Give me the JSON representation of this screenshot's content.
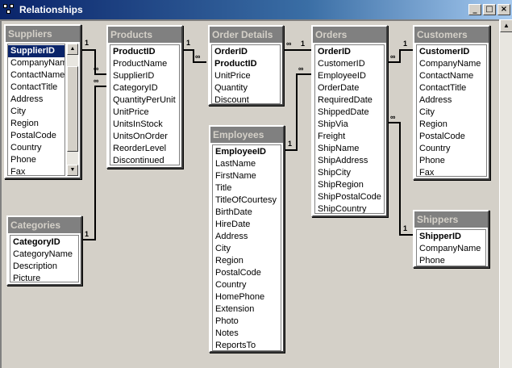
{
  "window": {
    "title": "Relationships"
  },
  "tables": {
    "suppliers": {
      "title": "Suppliers",
      "fields": [
        "SupplierID",
        "CompanyName",
        "ContactName",
        "ContactTitle",
        "Address",
        "City",
        "Region",
        "PostalCode",
        "Country",
        "Phone",
        "Fax"
      ]
    },
    "products": {
      "title": "Products",
      "fields": [
        "ProductID",
        "ProductName",
        "SupplierID",
        "CategoryID",
        "QuantityPerUnit",
        "UnitPrice",
        "UnitsInStock",
        "UnitsOnOrder",
        "ReorderLevel",
        "Discontinued"
      ]
    },
    "order_details": {
      "title": "Order Details",
      "fields": [
        "OrderID",
        "ProductID",
        "UnitPrice",
        "Quantity",
        "Discount"
      ]
    },
    "orders": {
      "title": "Orders",
      "fields": [
        "OrderID",
        "CustomerID",
        "EmployeeID",
        "OrderDate",
        "RequiredDate",
        "ShippedDate",
        "ShipVia",
        "Freight",
        "ShipName",
        "ShipAddress",
        "ShipCity",
        "ShipRegion",
        "ShipPostalCode",
        "ShipCountry"
      ]
    },
    "customers": {
      "title": "Customers",
      "fields": [
        "CustomerID",
        "CompanyName",
        "ContactName",
        "ContactTitle",
        "Address",
        "City",
        "Region",
        "PostalCode",
        "Country",
        "Phone",
        "Fax"
      ]
    },
    "employees": {
      "title": "Employees",
      "fields": [
        "EmployeeID",
        "LastName",
        "FirstName",
        "Title",
        "TitleOfCourtesy",
        "BirthDate",
        "HireDate",
        "Address",
        "City",
        "Region",
        "PostalCode",
        "Country",
        "HomePhone",
        "Extension",
        "Photo",
        "Notes",
        "ReportsTo"
      ]
    },
    "categories": {
      "title": "Categories",
      "fields": [
        "CategoryID",
        "CategoryName",
        "Description",
        "Picture"
      ]
    },
    "shippers": {
      "title": "Shippers",
      "fields": [
        "ShipperID",
        "CompanyName",
        "Phone"
      ]
    }
  },
  "relationship_labels": {
    "one": "1",
    "many": "∞"
  }
}
